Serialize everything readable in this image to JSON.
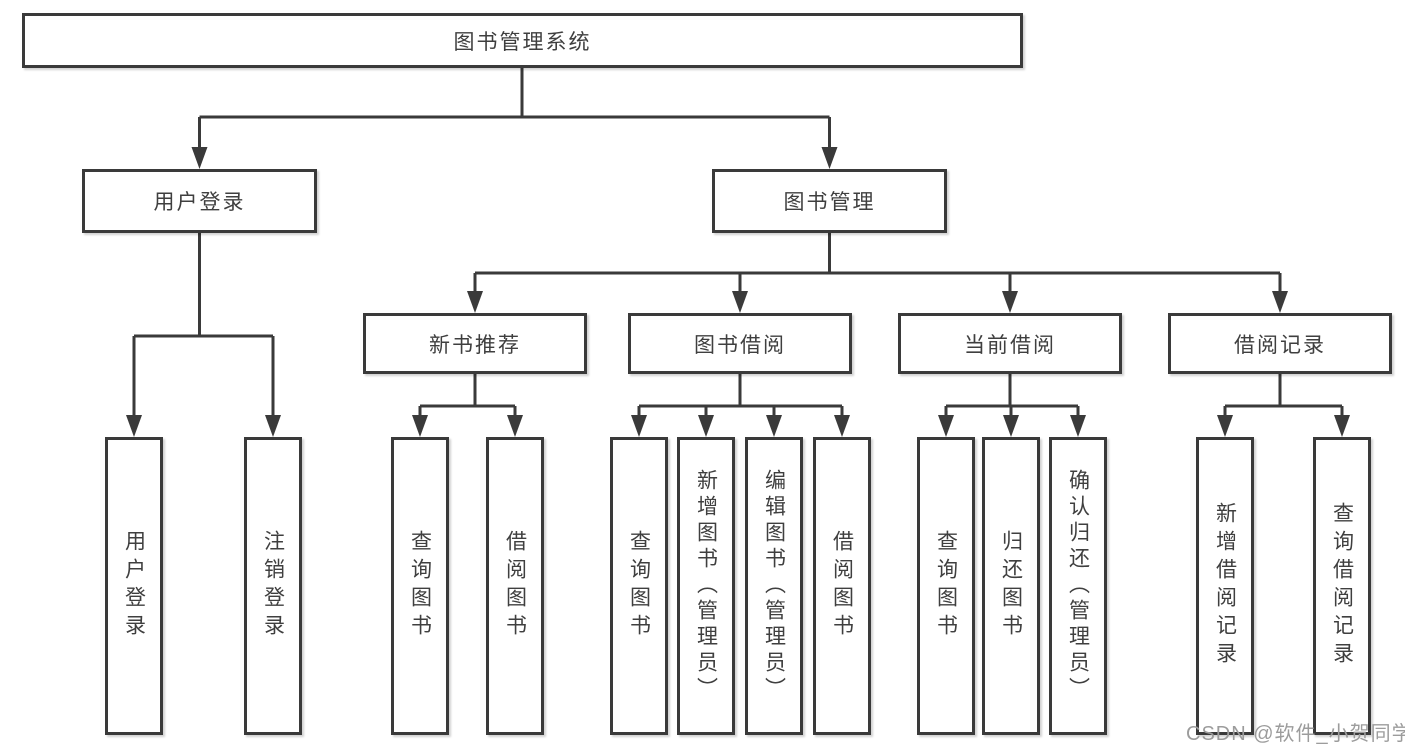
{
  "tree": {
    "root": "图书管理系统",
    "branches": [
      {
        "label": "用户登录",
        "children": [
          "用户登录",
          "注销登录"
        ]
      },
      {
        "label": "图书管理",
        "children": [
          {
            "label": "新书推荐",
            "children": [
              "查询图书",
              "借阅图书"
            ]
          },
          {
            "label": "图书借阅",
            "children": [
              "查询图书",
              "新增图书（管理员）",
              "编辑图书（管理员）",
              "借阅图书"
            ]
          },
          {
            "label": "当前借阅",
            "children": [
              "查询图书",
              "归还图书",
              "确认归还（管理员）"
            ]
          },
          {
            "label": "借阅记录",
            "children": [
              "新增借阅记录",
              "查询借阅记录"
            ]
          }
        ]
      }
    ]
  },
  "watermark": {
    "text": "CSDN @软件_小贺同学"
  },
  "colors": {
    "line": "#3a3a3a",
    "text": "#3f3f3f",
    "watermark": "#9c9c9c",
    "background": "#ffffff"
  }
}
